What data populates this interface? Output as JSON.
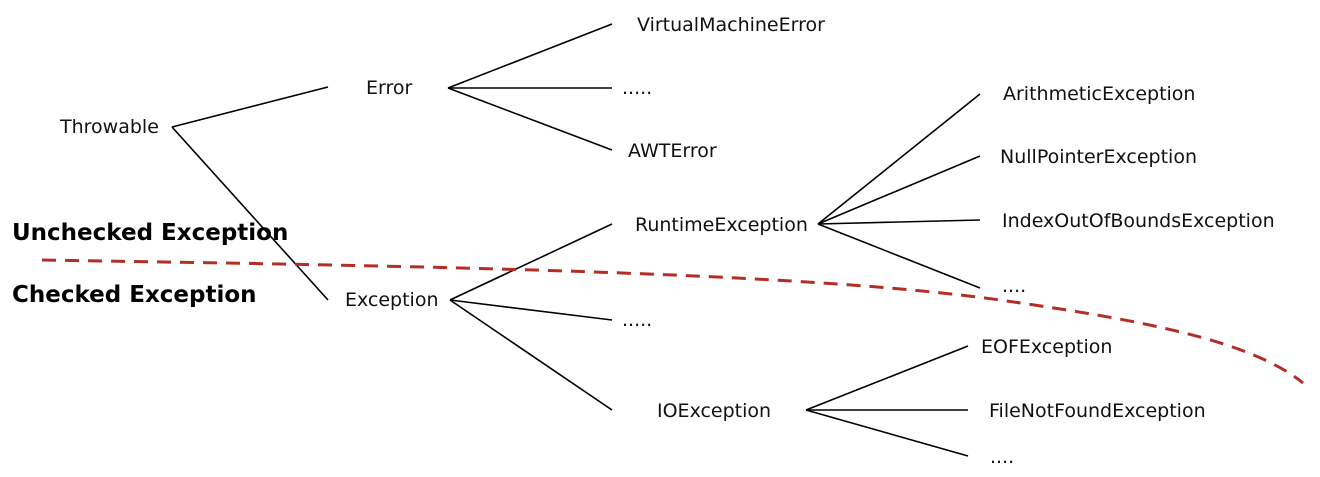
{
  "nodes": {
    "throwable": "Throwable",
    "error": "Error",
    "virtual_machine_error": "VirtualMachineError",
    "error_more": ".....",
    "awt_error": "AWTError",
    "exception": "Exception",
    "runtime_exception": "RuntimeException",
    "arithmetic_exception": "ArithmeticException",
    "null_pointer_exception": "NullPointerException",
    "index_out_of_bounds_exception": "IndexOutOfBoundsException",
    "runtime_more": "....",
    "exception_more": ".....",
    "io_exception": "IOException",
    "eof_exception": "EOFException",
    "file_not_found_exception": "FileNotFoundException",
    "io_more": "...."
  },
  "zones": {
    "unchecked": "Unchecked Exception",
    "checked": "Checked Exception"
  },
  "colors": {
    "divider": "#b22e26",
    "edge": "#000000"
  }
}
